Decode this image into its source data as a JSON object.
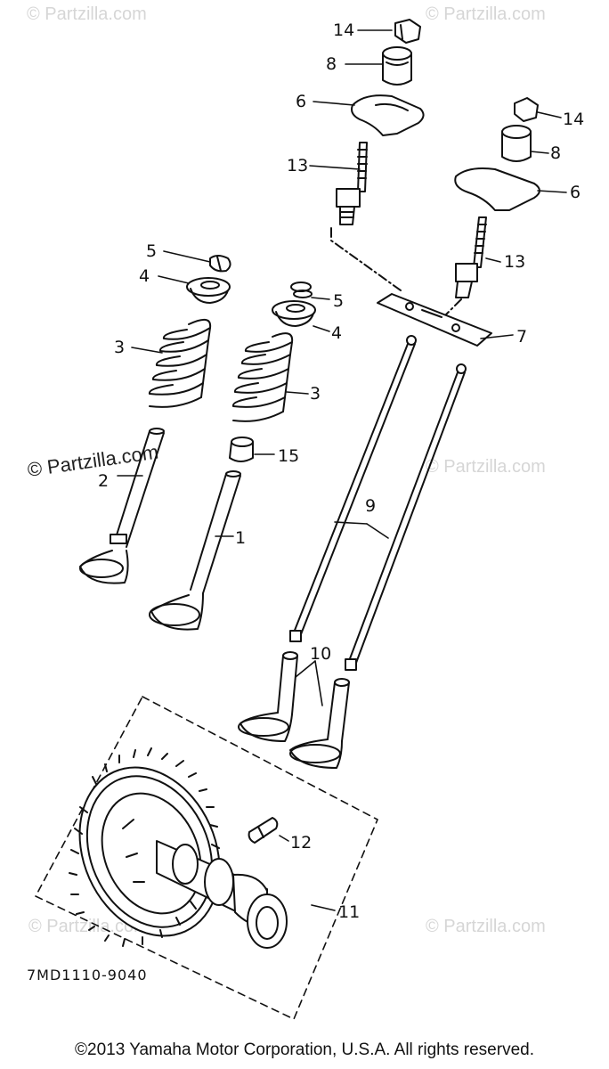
{
  "watermarks": {
    "top_left": "© Partzilla.com",
    "top_right": "© Partzilla.com",
    "mid_left": "© Partzilla.com",
    "mid_right": "© Partzilla.com",
    "bottom_left": "© Partzilla.com",
    "bottom_right": "© Partzilla.com"
  },
  "callouts": {
    "c1": "1",
    "c2": "2",
    "c3a": "3",
    "c3b": "3",
    "c4a": "4",
    "c4b": "4",
    "c5a": "5",
    "c5b": "5",
    "c6a": "6",
    "c6b": "6",
    "c7": "7",
    "c8a": "8",
    "c8b": "8",
    "c9": "9",
    "c10": "10",
    "c11": "11",
    "c12": "12",
    "c13a": "13",
    "c13b": "13",
    "c14a": "14",
    "c14b": "14",
    "c15": "15"
  },
  "diagram_code": "7MD1110-9040",
  "copyright": "©2013 Yamaha Motor Corporation, U.S.A. All rights reserved."
}
